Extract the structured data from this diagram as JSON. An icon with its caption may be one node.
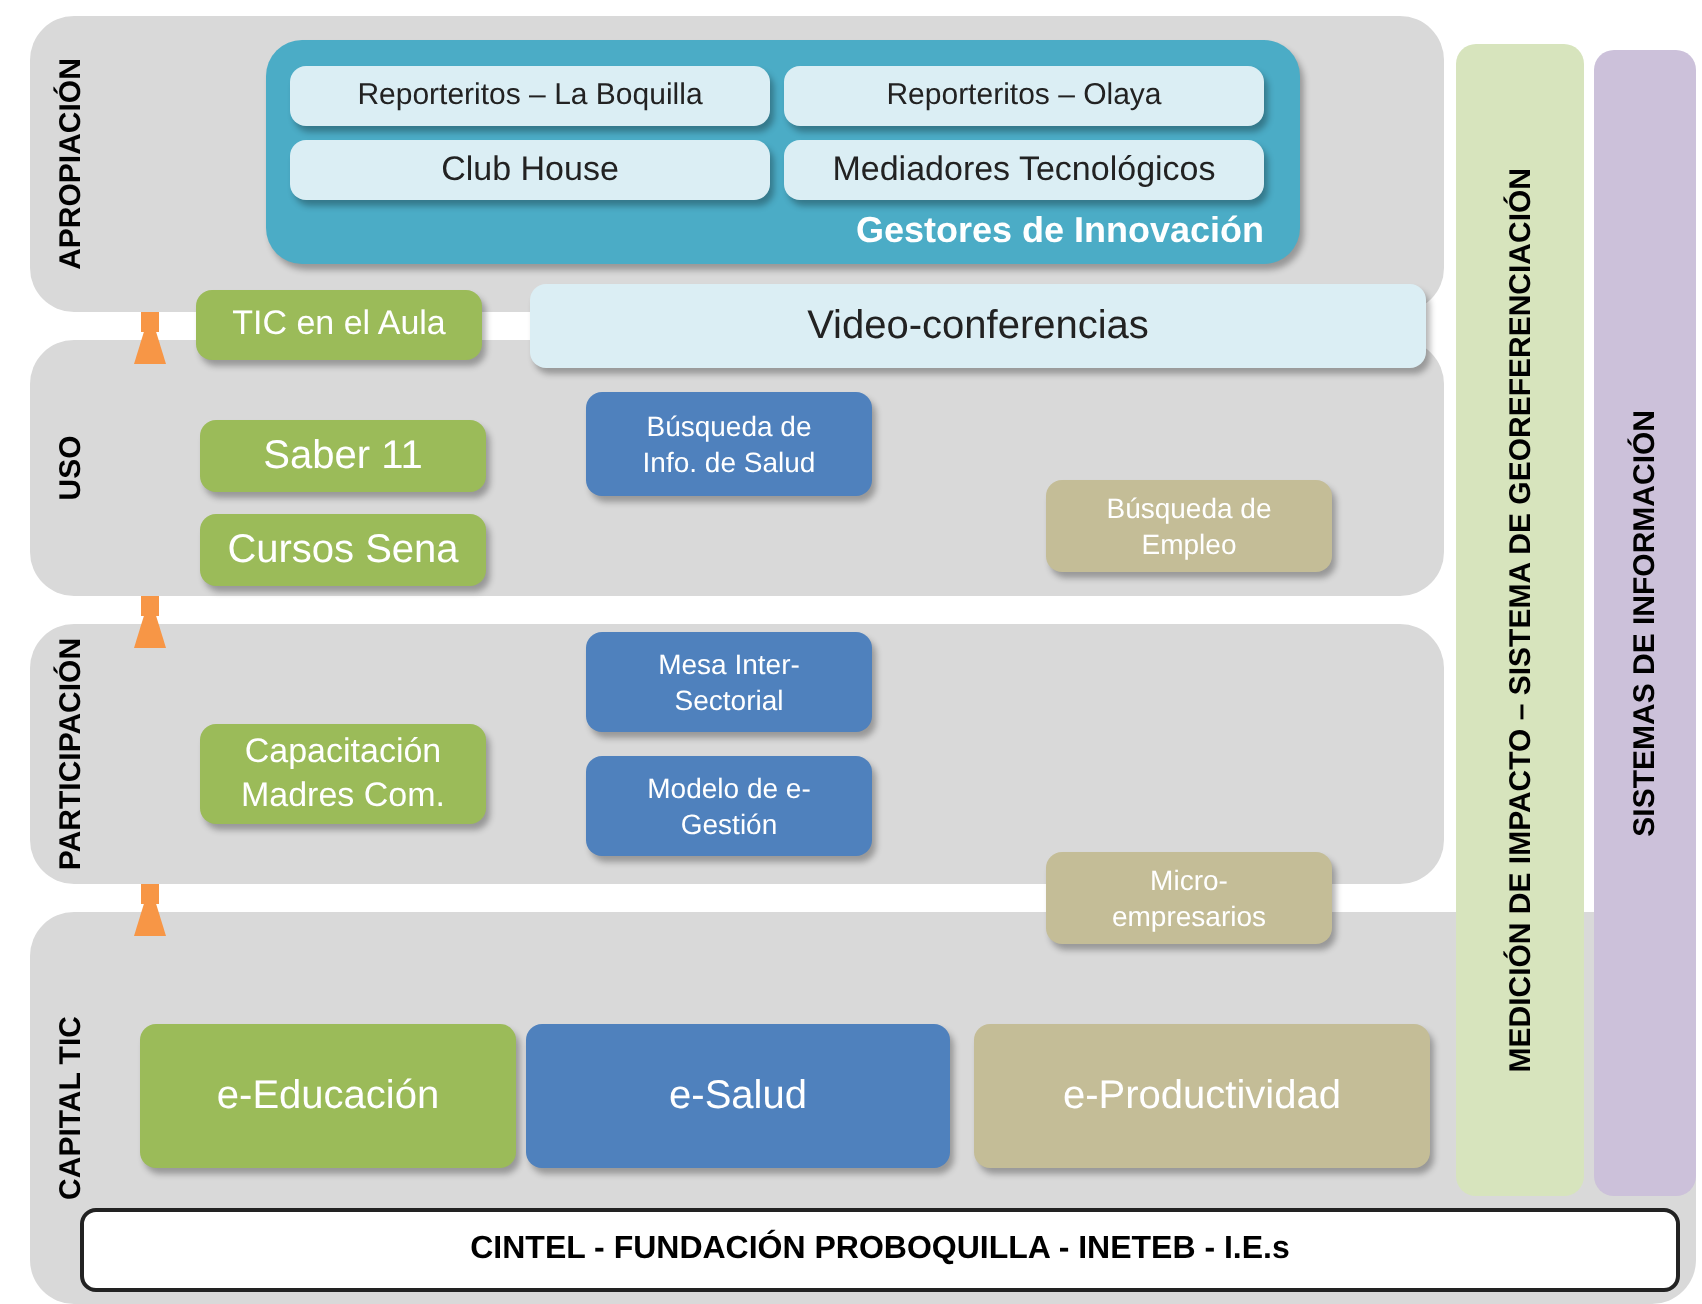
{
  "diagram": {
    "nodes": [
      {
        "text": [
          "APROPIACIÓN"
        ]
      },
      {
        "text": [
          "Gestores de Innovación"
        ],
        "in": 0
      },
      {
        "text": [
          "Reporteritos – La Boquilla"
        ],
        "in": 1
      },
      {
        "text": [
          "Reporteritos – Olaya"
        ],
        "in": 1
      },
      {
        "text": [
          "Club House"
        ],
        "in": 1
      },
      {
        "text": [
          "Mediadores Tecnológicos"
        ],
        "in": 1
      },
      {
        "text": [
          "TIC en el Aula"
        ]
      },
      {
        "text": [
          "Video-conferencias"
        ]
      },
      {
        "text": [
          "USO"
        ]
      },
      {
        "text": [
          "Saber 11"
        ],
        "in": 8
      },
      {
        "text": [
          "Búsqueda de Info. de Salud"
        ],
        "in": 8
      },
      {
        "text": [
          "Búsqueda de Empleo"
        ],
        "in": 8
      },
      {
        "text": [
          "Cursos Sena"
        ],
        "in": 8
      },
      {
        "text": [
          "PARTICIPACIÓN"
        ]
      },
      {
        "text": [
          "Mesa Inter-Sectorial"
        ],
        "in": 13
      },
      {
        "text": [
          "Capacitación Madres Com."
        ],
        "in": 13
      },
      {
        "text": [
          "Modelo de e-Gestión"
        ],
        "in": 13
      },
      {
        "text": [
          "Micro-empresarios"
        ]
      },
      {
        "text": [
          "CAPITAL TIC"
        ]
      },
      {
        "text": [
          "e-Educación"
        ],
        "in": 18
      },
      {
        "text": [
          "e-Salud"
        ],
        "in": 18
      },
      {
        "text": [
          "e-Productividad"
        ],
        "in": 18
      },
      {
        "text": [
          "MEDICIÓN DE IMPACTO – SISTEMA DE GEOREFERENCIACIÓN"
        ]
      },
      {
        "text": [
          "SISTEMAS DE INFORMACIÓN"
        ]
      },
      {
        "text": [
          "CINTEL - FUNDACIÓN PROBOQUILLA - INETEB - I.E.s"
        ],
        "in": 18
      }
    ],
    "edges": [
      {
        "from": 18,
        "to": 13,
        "arrow": "to",
        "color": "#f79646"
      },
      {
        "from": 13,
        "to": 8,
        "arrow": "to",
        "color": "#f79646"
      },
      {
        "from": 8,
        "to": 0,
        "arrow": "to",
        "color": "#f79646"
      }
    ]
  }
}
